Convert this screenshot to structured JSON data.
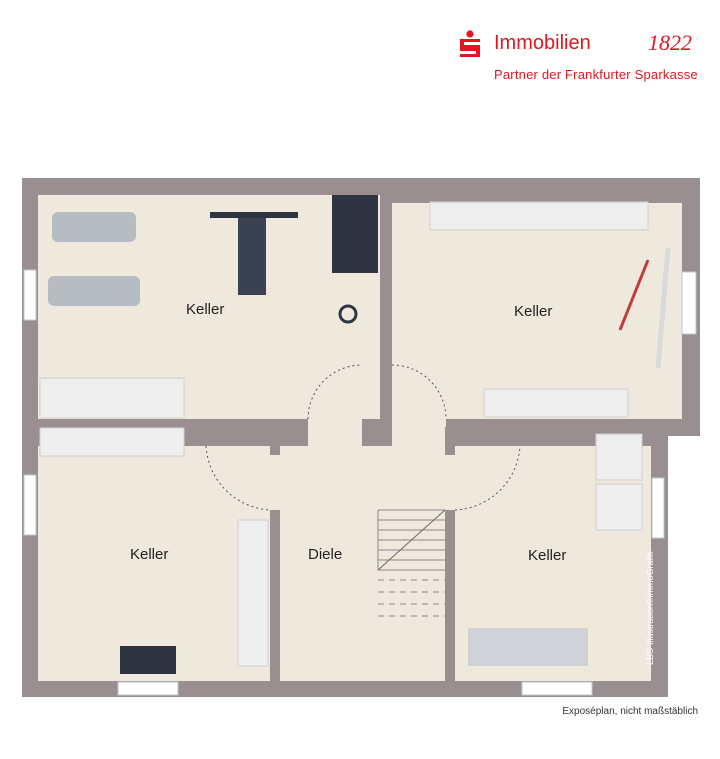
{
  "brand": {
    "name": "Immobilien",
    "year": "1822",
    "subtitle": "Partner der Frankfurter Sparkasse",
    "color": "#e1161e"
  },
  "rooms": {
    "top_left": "Keller",
    "top_right": "Keller",
    "bottom_left": "Keller",
    "center": "Diele",
    "bottom_right": "Keller"
  },
  "credit": "LBS-Illustration©immoGrafik",
  "footnote": "Exposéplan, nicht maßstäblich",
  "colors": {
    "wall": "#9a8f90",
    "floor": "#efe8dd",
    "furniture": "#eeeeee",
    "fixture": "#2f3540"
  }
}
